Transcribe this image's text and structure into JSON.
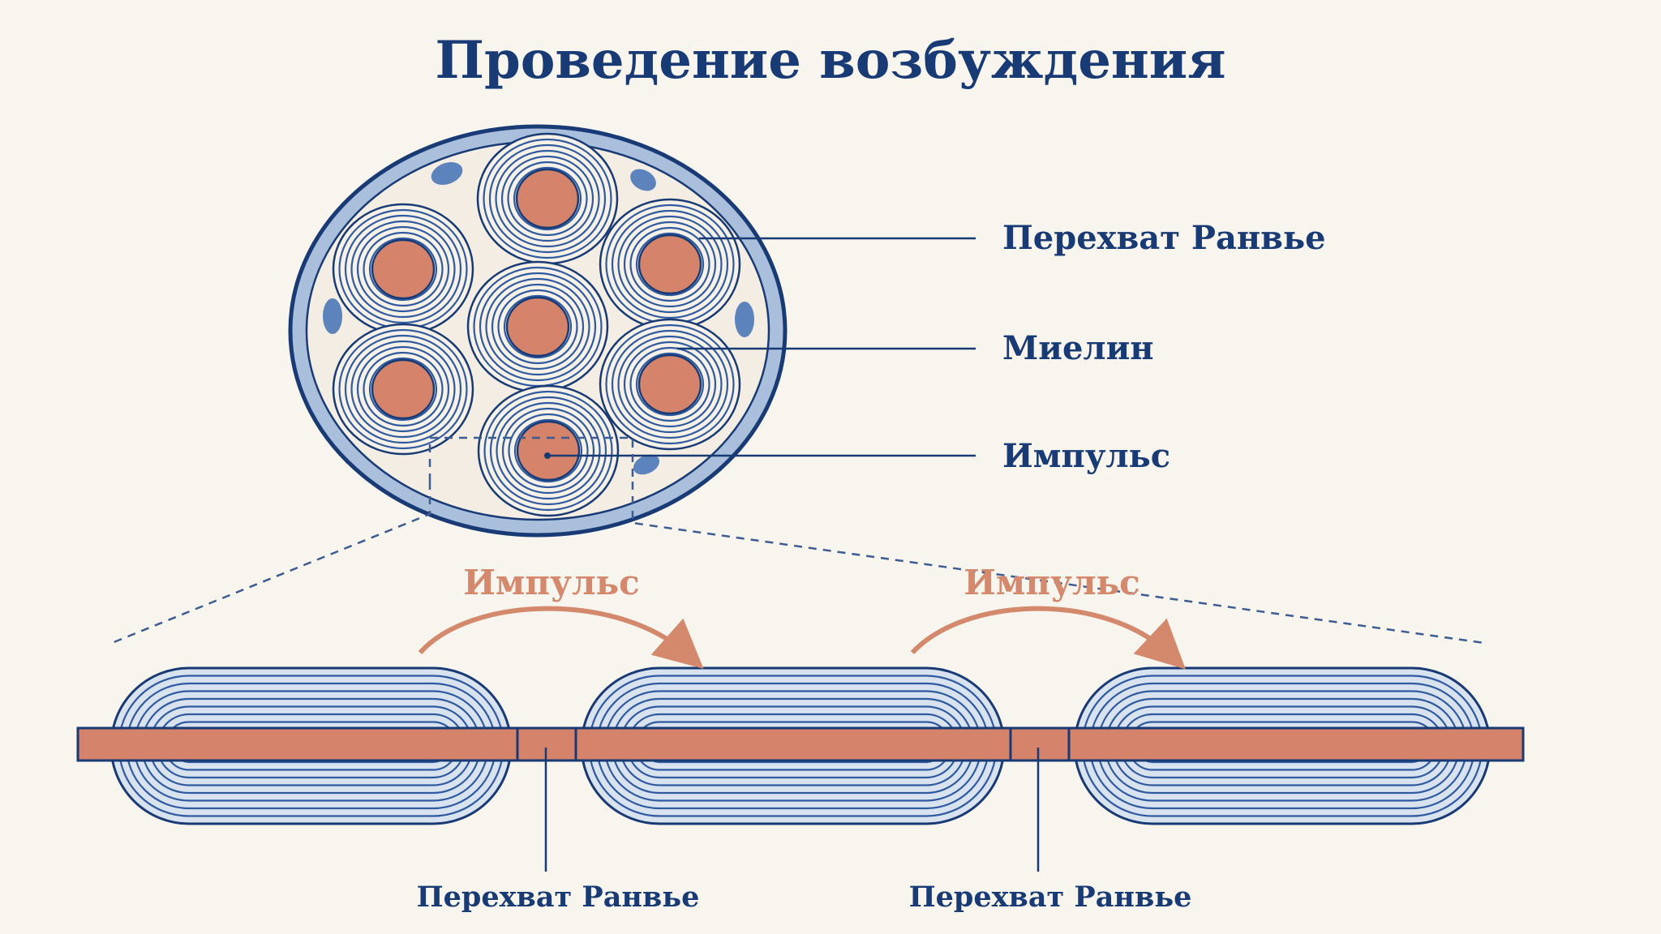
{
  "title": "Проведение возбуждения",
  "labels": {
    "node": "Перехват Ранвье",
    "myelin": "Миелин",
    "impulse": "Импульс"
  },
  "impulse_arrows": [
    "Импульс",
    "Импульс"
  ],
  "node_labels": [
    "Перехват Ранвье",
    "Перехват Ранвье"
  ],
  "colors": {
    "background": "#f8f4ee",
    "ink": "#183a75",
    "myelin": "#2f5aa0",
    "axon": "#d5836a",
    "impulse": "#d4896d"
  }
}
